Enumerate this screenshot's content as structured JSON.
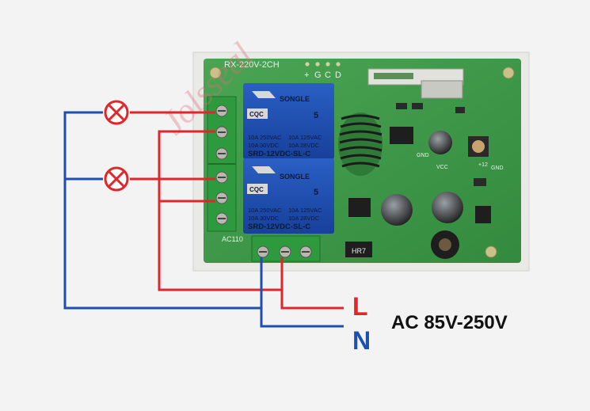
{
  "board": {
    "model": "RX-220V-2CH",
    "header_pins": [
      "+",
      "G",
      "C",
      "D"
    ],
    "terminal_label": "AC110",
    "chip_label": "HR7",
    "components": [
      "GND",
      "VCC",
      "+12",
      "GND"
    ]
  },
  "relays": [
    {
      "brand": "SONGLE",
      "ratings_left": [
        "10A 250VAC",
        "10A 30VDC"
      ],
      "ratings_right": [
        "10A 125VAC",
        "10A 28VDC"
      ],
      "model": "SRD-12VDC-SL-C",
      "cert": "CQC",
      "mark": "5"
    },
    {
      "brand": "SONGLE",
      "ratings_left": [
        "10A 250VAC",
        "10A 30VDC"
      ],
      "ratings_right": [
        "10A 125VAC",
        "10A 28VDC"
      ],
      "model": "SRD-12VDC-SL-C",
      "cert": "CQC",
      "mark": "5"
    }
  ],
  "wiring": {
    "live_label": "L",
    "neutral_label": "N",
    "voltage": "AC 85V-250V",
    "live_color": "#e0262b",
    "neutral_color": "#1d4fae"
  },
  "watermark": "Jolsseal",
  "colors": {
    "pcb": "#3f9a4a",
    "terminal": "#2e9a3e",
    "relay": "#1f4fb3"
  }
}
